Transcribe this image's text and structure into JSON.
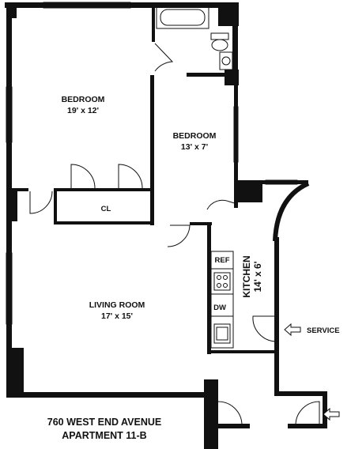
{
  "rooms": {
    "bedroom1": {
      "name": "BEDROOM",
      "size": "19' x 12'"
    },
    "bedroom2": {
      "name": "BEDROOM",
      "size": "13' x 7'"
    },
    "living": {
      "name": "LIVING ROOM",
      "size": "17' x 15'"
    },
    "kitchen": {
      "name": "KITCHEN",
      "size": "14' x 6'"
    },
    "closet_main": "CL",
    "closet_entry": "CL"
  },
  "appliances": {
    "ref": "REF",
    "dw": "DW"
  },
  "service_label": "SERVICE",
  "address": {
    "line1": "760 WEST END AVENUE",
    "line2": "APARTMENT 11-B"
  },
  "colors": {
    "wall": "#111111",
    "background": "#ffffff"
  },
  "icons": [
    "bathtub-icon",
    "toilet-icon",
    "sink-icon",
    "stove-icon",
    "entry-arrow-icon"
  ]
}
